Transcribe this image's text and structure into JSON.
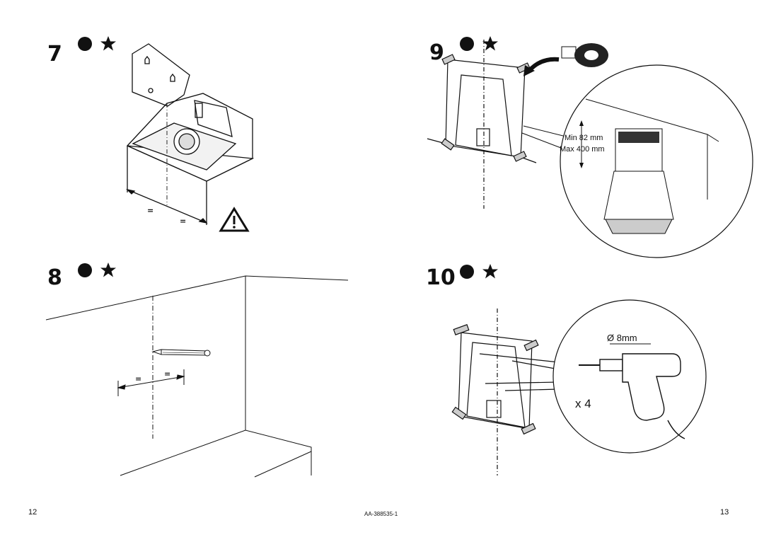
{
  "steps": [
    {
      "number": "7",
      "equal_mark": "=",
      "warning_icon": "warning-triangle-icon"
    },
    {
      "number": "8",
      "equal_mark": "="
    },
    {
      "number": "9",
      "min_label": "Min 82 mm",
      "max_label": "Max 400 mm"
    },
    {
      "number": "10",
      "drill_size": "Ø 8mm",
      "quantity": "x 4"
    }
  ],
  "icons": {
    "circle": "filled-circle-icon",
    "star": "star-icon",
    "tape": "tape-roll-icon",
    "drill": "drill-icon",
    "pencil": "pencil-icon"
  },
  "footer": {
    "left_page": "12",
    "doc_code": "AA-388535-1",
    "right_page": "13"
  }
}
